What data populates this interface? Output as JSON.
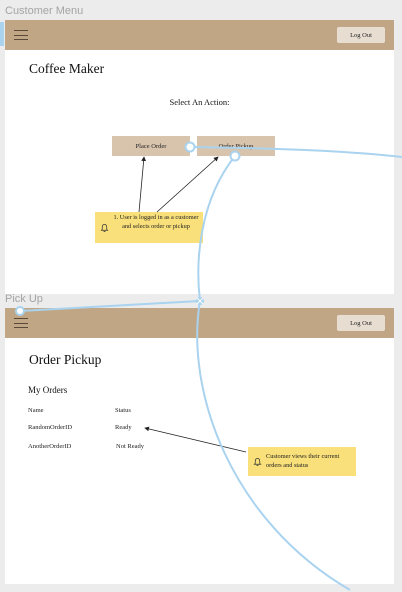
{
  "frames": {
    "customer_menu_label": "Customer Menu",
    "pickup_label": "Pick Up"
  },
  "menu": {
    "logout_label": "Log Out",
    "title": "Coffee Maker",
    "prompt": "Select An Action:",
    "place_order_label": "Place Order",
    "order_pickup_label": "Order Pickup",
    "note": "1. User is logged in as a customer and selects order  or pickup"
  },
  "pickup": {
    "logout_label": "Log Out",
    "title": "Order Pickup",
    "section_title": "My Orders",
    "columns": [
      "Name",
      "Status"
    ],
    "rows": [
      {
        "name": "RandomOrderID",
        "status": "Ready"
      },
      {
        "name": "AnotherOrderID",
        "status": "Not Ready"
      }
    ],
    "note": "Customer views their current orders and status"
  },
  "colors": {
    "topbar": "#c1a686",
    "button": "#d8c4ac",
    "note": "#f9e07a",
    "flow_line": "#a9d3ef"
  },
  "icons": [
    "menu-icon",
    "bell-icon"
  ]
}
